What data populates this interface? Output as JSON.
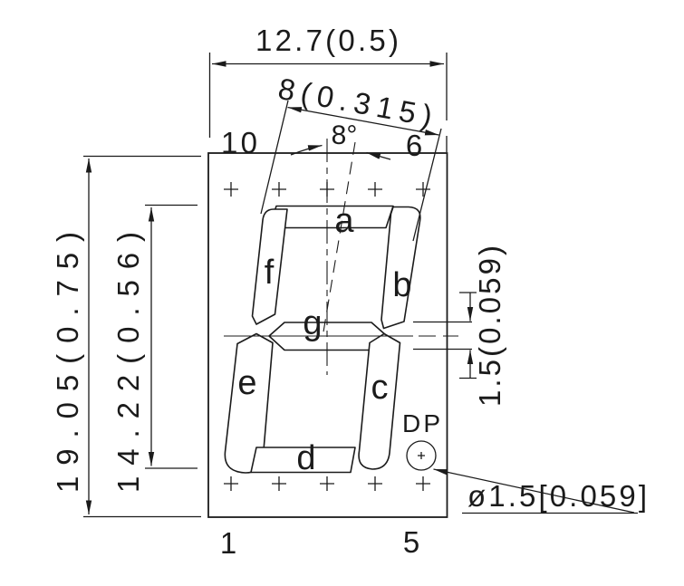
{
  "dimensions": {
    "overall_width": "12.7(0.5)",
    "digit_width": "8(0.315)",
    "digit_tilt": "8°",
    "overall_height": "19.05(0.75)",
    "digit_height": "14.22(0.56)",
    "center_gap": "1.5(0.059)",
    "dp_diameter": "ø1.5[0.059]"
  },
  "pins": {
    "top_left": "10",
    "top_right": "6",
    "bottom_left": "1",
    "bottom_right": "5"
  },
  "segments": {
    "a": "a",
    "b": "b",
    "c": "c",
    "d": "d",
    "e": "e",
    "f": "f",
    "g": "g"
  },
  "labels": {
    "decimal_point": "DP"
  },
  "colors": {
    "line": "#1b1b1b",
    "background": "#ffffff"
  }
}
